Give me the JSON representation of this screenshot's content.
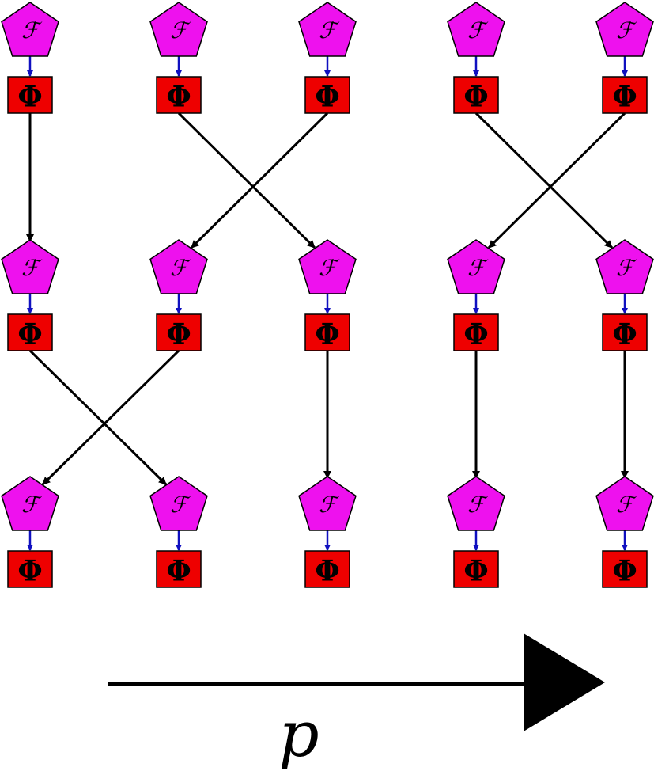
{
  "node_symbol": "ℱ",
  "field_symbol": "Φ",
  "axis_label": "p",
  "colors": {
    "pentagon_fill": "#ee11ee",
    "box_fill": "#ee0000",
    "link": "#1010c0",
    "edge": "#000000"
  },
  "grid": {
    "columns": 5,
    "rows": 3
  },
  "edges": [
    {
      "from": [
        0,
        0
      ],
      "to": [
        0,
        1
      ]
    },
    {
      "from": [
        1,
        0
      ],
      "to": [
        2,
        1
      ]
    },
    {
      "from": [
        2,
        0
      ],
      "to": [
        1,
        1
      ]
    },
    {
      "from": [
        3,
        0
      ],
      "to": [
        4,
        1
      ]
    },
    {
      "from": [
        4,
        0
      ],
      "to": [
        3,
        1
      ]
    },
    {
      "from": [
        0,
        1
      ],
      "to": [
        1,
        2
      ]
    },
    {
      "from": [
        1,
        1
      ],
      "to": [
        0,
        2
      ]
    },
    {
      "from": [
        2,
        1
      ],
      "to": [
        2,
        2
      ]
    },
    {
      "from": [
        3,
        1
      ],
      "to": [
        3,
        2
      ]
    },
    {
      "from": [
        4,
        1
      ],
      "to": [
        4,
        2
      ]
    }
  ]
}
